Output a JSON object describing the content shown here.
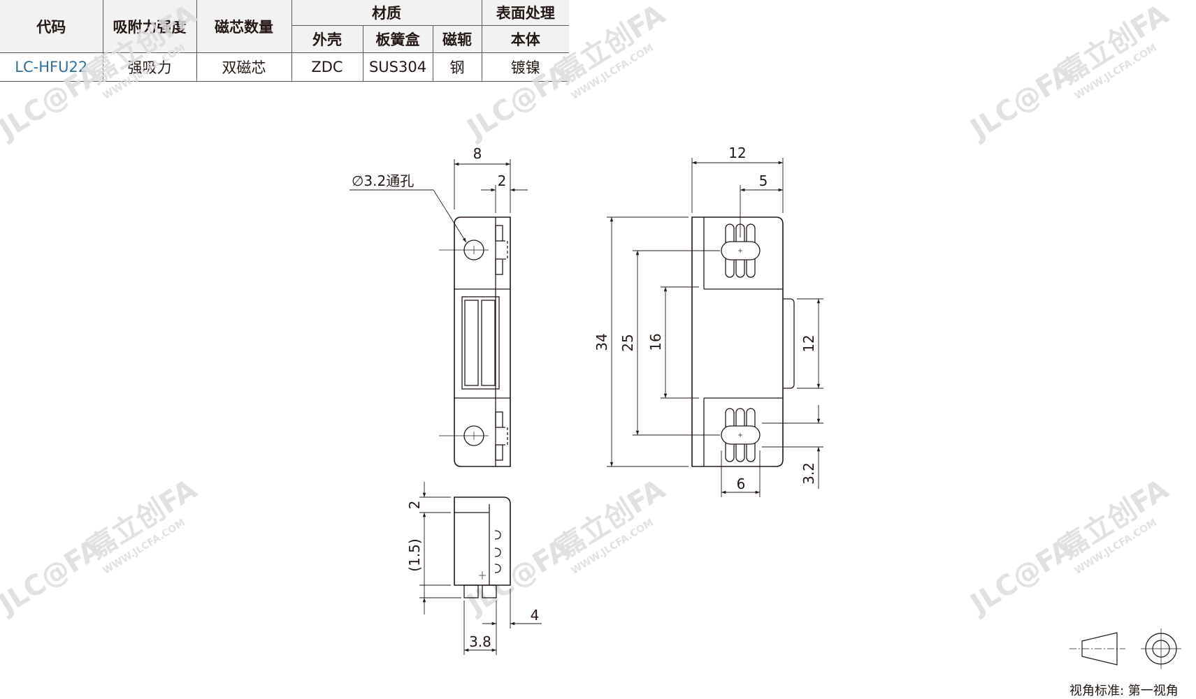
{
  "table": {
    "headers": {
      "code": "代码",
      "force": "吸附力强度",
      "cores": "磁芯数量",
      "material": "材质",
      "surface": "表面处理",
      "shell": "外壳",
      "spring_box": "板簧盒",
      "yoke": "磁轭",
      "body": "本体"
    },
    "row": {
      "code": "LC-HFU22",
      "force": "强吸力",
      "cores": "双磁芯",
      "shell": "ZDC",
      "spring_box": "SUS304",
      "yoke": "钢",
      "body": "镀镍"
    }
  },
  "drawing": {
    "hole_note": "∅3.2通孔",
    "dims": {
      "front_width": "8",
      "front_offset": "2",
      "side_width": "12",
      "side_offset": "5",
      "total_height": "34",
      "hole_pitch": "25",
      "inner_height": "16",
      "plate_height": "12",
      "slot_height": "3.2",
      "slot_width": "6",
      "bottom_top": "2",
      "bottom_mid": "(1.5)",
      "bottom_right": "4",
      "bottom_width": "3.8"
    }
  },
  "watermark": {
    "brand": "JLC@FA",
    "cn": "嘉立创FA",
    "url": "WWW.JLCFA.COM"
  },
  "footer": {
    "projection": "视角标准: 第一视角"
  }
}
